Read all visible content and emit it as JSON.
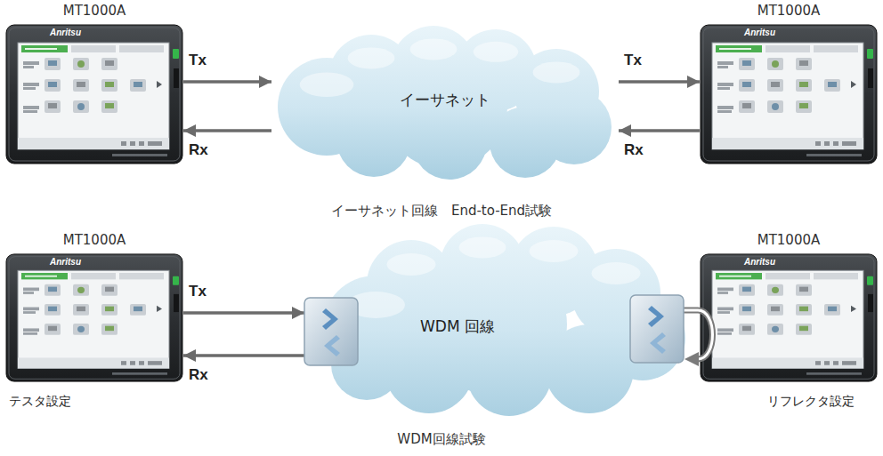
{
  "diagram": {
    "nodes": [
      {
        "text": [
          "MT1000A"
        ]
      },
      {
        "text": [
          "イーサネット"
        ]
      },
      {
        "text": [
          "MT1000A"
        ]
      },
      {
        "text": [
          "MT1000A",
          "テスタ設定"
        ]
      },
      {
        "text": [
          "WDM 回線"
        ]
      },
      {
        "text": [
          "MT1000A",
          "リフレクタ設定"
        ]
      }
    ],
    "edges": [
      {
        "from": 0,
        "to": 1,
        "arrow": "to",
        "label": "Tx"
      },
      {
        "from": 1,
        "to": 0,
        "arrow": "to",
        "label": "Rx"
      },
      {
        "from": 1,
        "to": 2,
        "arrow": "to",
        "label": "Tx"
      },
      {
        "from": 2,
        "to": 1,
        "arrow": "to",
        "label": "Rx"
      },
      {
        "from": 3,
        "to": 4,
        "arrow": "to",
        "label": "Tx"
      },
      {
        "from": 4,
        "to": 3,
        "arrow": "to",
        "label": "Rx"
      }
    ],
    "labels": [
      "Anritsu",
      "Anritsu",
      "Anritsu",
      "Anritsu",
      "イーサネット回線　End-to-End試験",
      "WDM回線試験"
    ]
  }
}
